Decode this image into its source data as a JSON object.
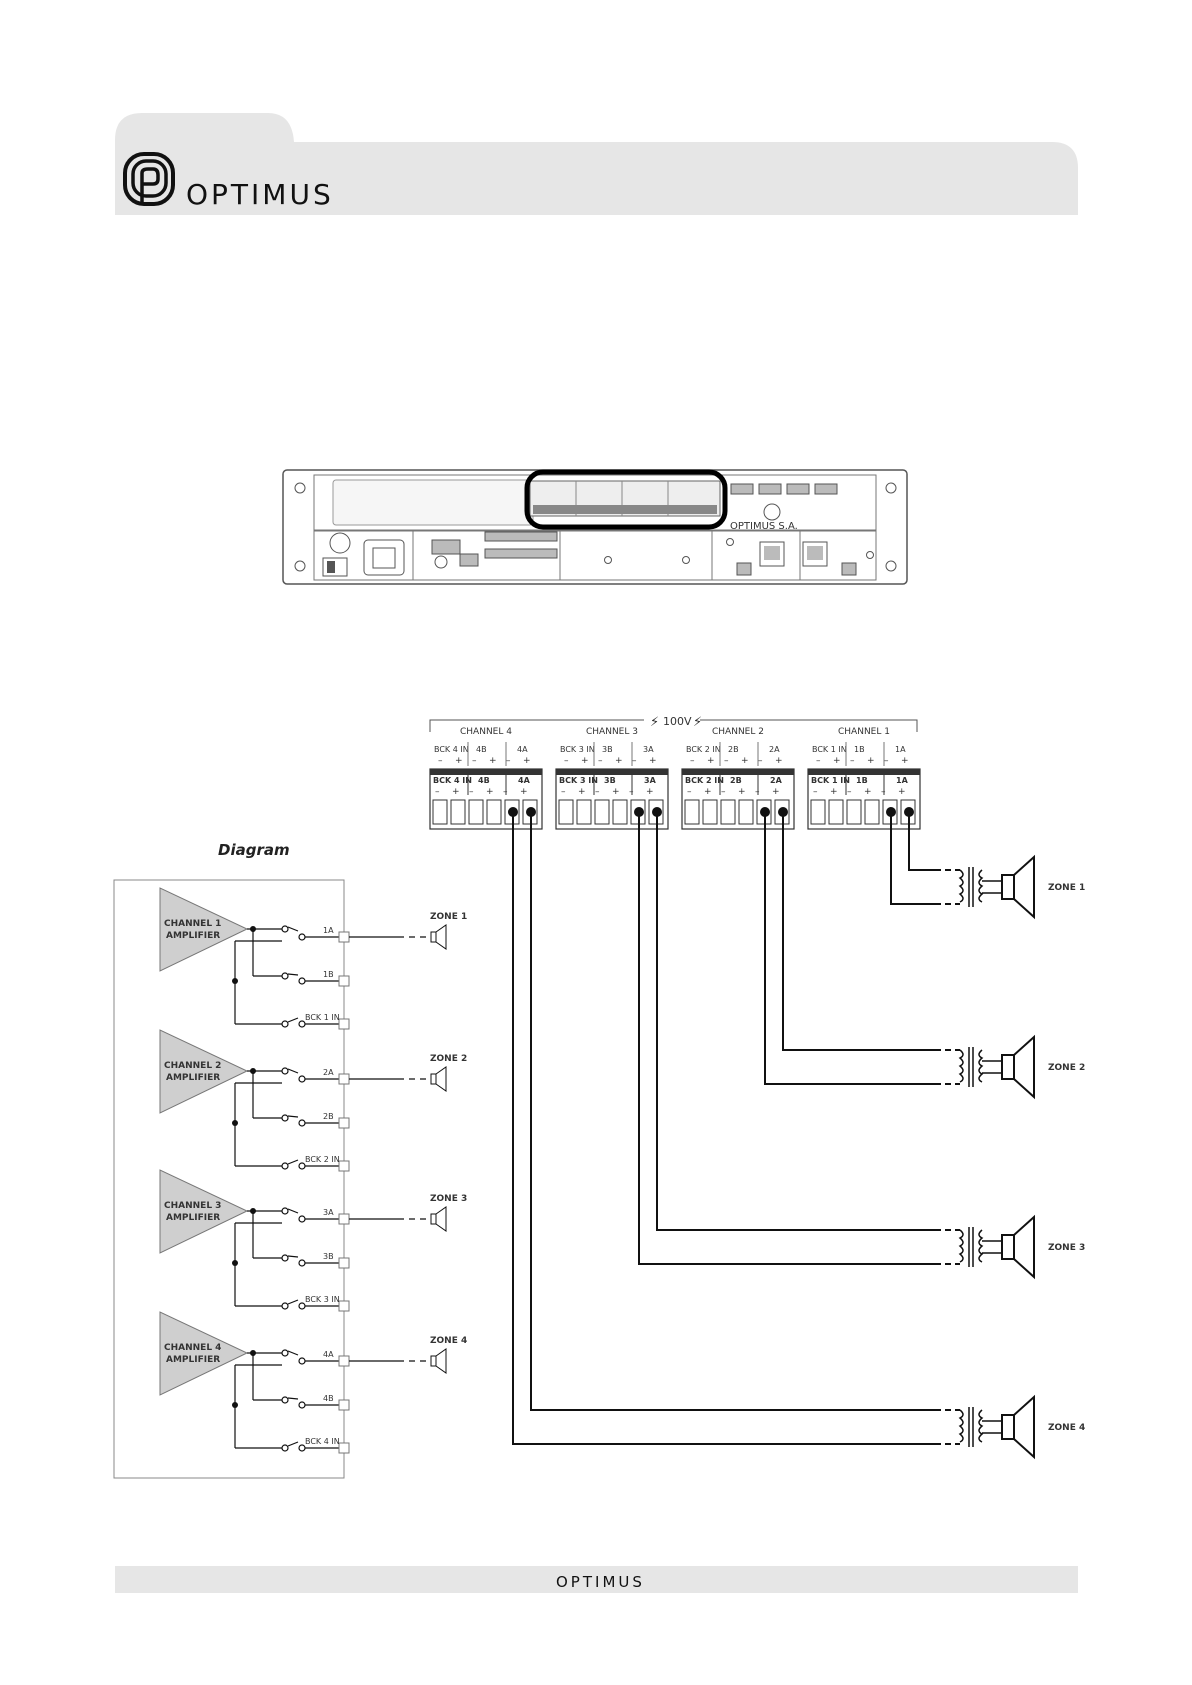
{
  "header": {
    "brand": "OPTIMUS"
  },
  "footer": {
    "brand": "OPTIMUS"
  },
  "panel": {
    "maker_label": "OPTIMUS S.A."
  },
  "terminal_header": {
    "voltage": "100V",
    "channels": [
      {
        "name": "CHANNEL 4",
        "bck": "BCK 4 IN",
        "b": "4B",
        "a": "4A"
      },
      {
        "name": "CHANNEL 3",
        "bck": "BCK 3 IN",
        "b": "3B",
        "a": "3A"
      },
      {
        "name": "CHANNEL 2",
        "bck": "BCK 2 IN",
        "b": "2B",
        "a": "2A"
      },
      {
        "name": "CHANNEL 1",
        "bck": "BCK 1 IN",
        "b": "1B",
        "a": "1A"
      }
    ],
    "minus": "–",
    "plus": "+"
  },
  "diagram": {
    "title": "Diagram",
    "blocks": [
      {
        "amp_line1": "CHANNEL 1",
        "amp_line2": "AMPLIFIER",
        "out_a": "1A",
        "out_b": "1B",
        "bck": "BCK 1 IN",
        "zone": "ZONE 1"
      },
      {
        "amp_line1": "CHANNEL 2",
        "amp_line2": "AMPLIFIER",
        "out_a": "2A",
        "out_b": "2B",
        "bck": "BCK 2 IN",
        "zone": "ZONE 2"
      },
      {
        "amp_line1": "CHANNEL 3",
        "amp_line2": "AMPLIFIER",
        "out_a": "3A",
        "out_b": "3B",
        "bck": "BCK 3 IN",
        "zone": "ZONE 3"
      },
      {
        "amp_line1": "CHANNEL 4",
        "amp_line2": "AMPLIFIER",
        "out_a": "4A",
        "out_b": "4B",
        "bck": "BCK 4 IN",
        "zone": "ZONE 4"
      }
    ]
  },
  "speaker_zones": [
    "ZONE 1",
    "ZONE 2",
    "ZONE 3",
    "ZONE 4"
  ]
}
